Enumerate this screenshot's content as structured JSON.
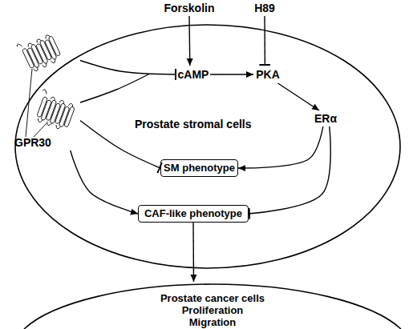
{
  "diagram": {
    "nodes": [
      {
        "text": [
          "Forskolin"
        ]
      },
      {
        "text": [
          "H89"
        ]
      },
      {
        "text": [
          "Prostate stromal cells"
        ]
      },
      {
        "text": [
          "GPR30"
        ],
        "in": 2
      },
      {
        "text": [
          "cAMP"
        ],
        "in": 2
      },
      {
        "text": [
          "PKA"
        ],
        "in": 2
      },
      {
        "text": [
          "ERα"
        ],
        "in": 2
      },
      {
        "text": [
          "SM phenotype"
        ],
        "in": 2
      },
      {
        "text": [
          "CAF-like phenotype"
        ],
        "in": 2
      },
      {
        "text": [
          "Prostate cancer cells",
          "Proliferation",
          "Migration"
        ]
      }
    ],
    "edges": [
      {
        "from": 0,
        "to": 4,
        "arrow": "to"
      },
      {
        "from": 1,
        "to": 5,
        "arrow": "to"
      },
      {
        "from": 3,
        "to": 4,
        "arrow": "to"
      },
      {
        "from": 4,
        "to": 5,
        "arrow": "to"
      },
      {
        "from": 5,
        "to": 6,
        "arrow": "to"
      },
      {
        "from": 3,
        "to": 7,
        "arrow": "to"
      },
      {
        "from": 3,
        "to": 8,
        "arrow": "to"
      },
      {
        "from": 6,
        "to": 7,
        "arrow": "to"
      },
      {
        "from": 6,
        "to": 8,
        "arrow": "to"
      },
      {
        "from": 8,
        "to": 9,
        "arrow": "to"
      }
    ]
  }
}
